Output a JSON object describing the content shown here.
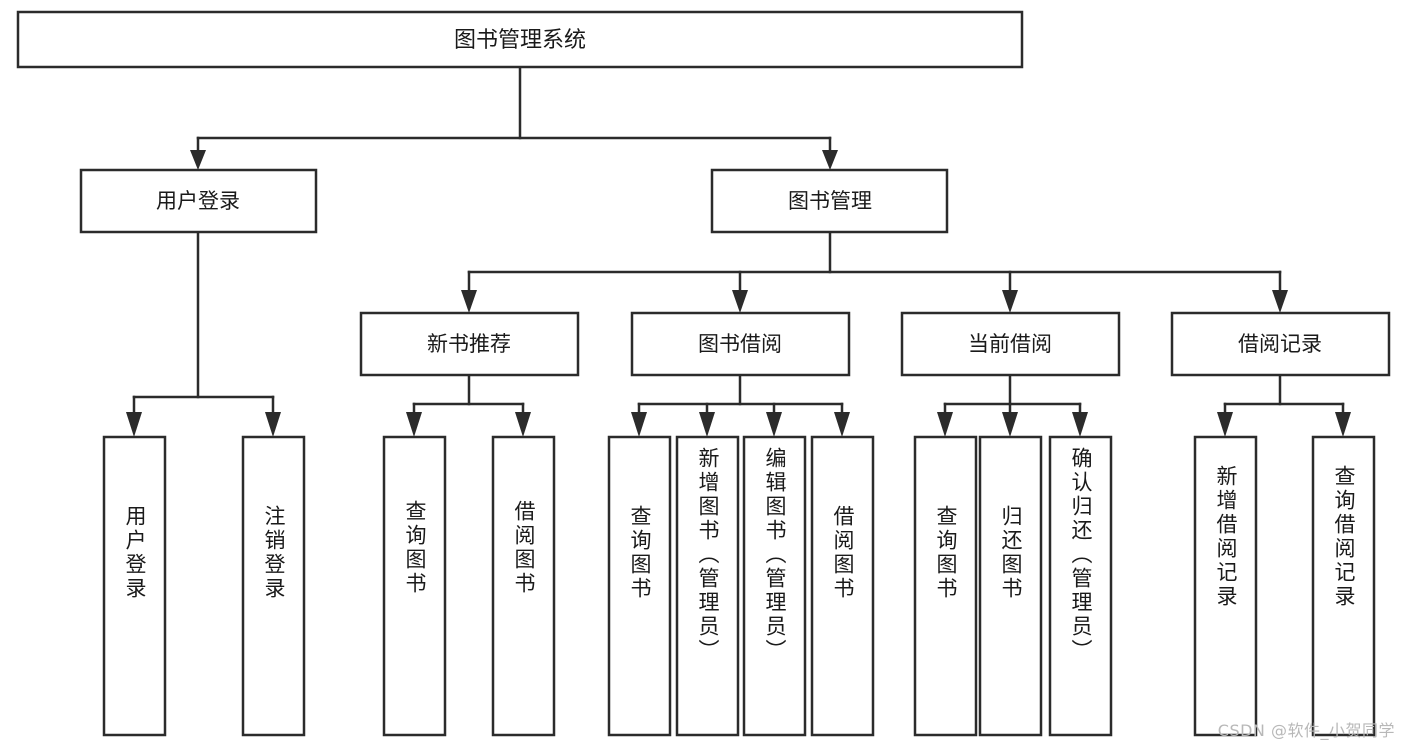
{
  "diagram": {
    "type": "tree",
    "title": "图书管理系统",
    "watermark": "CSDN @软件_小贺同学",
    "colors": {
      "box_stroke": "#2b2b2b",
      "box_fill": "#ffffff",
      "text": "#1a1a1a",
      "edge": "#2b2b2b",
      "watermark": "#b8b8b8",
      "background": "#ffffff"
    },
    "root": {
      "label": "图书管理系统"
    },
    "level1": [
      {
        "label": "用户登录"
      },
      {
        "label": "图书管理"
      }
    ],
    "level2": [
      {
        "label": "新书推荐"
      },
      {
        "label": "图书借阅"
      },
      {
        "label": "当前借阅"
      },
      {
        "label": "借阅记录"
      }
    ],
    "leaves": {
      "user_login": [
        {
          "label": "用户登录"
        },
        {
          "label": "注销登录"
        }
      ],
      "new_book_recommend": [
        {
          "label": "查询图书"
        },
        {
          "label": "借阅图书"
        }
      ],
      "book_borrow": [
        {
          "label": "查询图书"
        },
        {
          "label": "新增图书（管理员）"
        },
        {
          "label": "编辑图书（管理员）"
        },
        {
          "label": "借阅图书"
        }
      ],
      "current_borrow": [
        {
          "label": "查询图书"
        },
        {
          "label": "归还图书"
        },
        {
          "label": "确认归还（管理员）"
        }
      ],
      "borrow_record": [
        {
          "label": "新增借阅记录"
        },
        {
          "label": "查询借阅记录"
        }
      ]
    }
  }
}
